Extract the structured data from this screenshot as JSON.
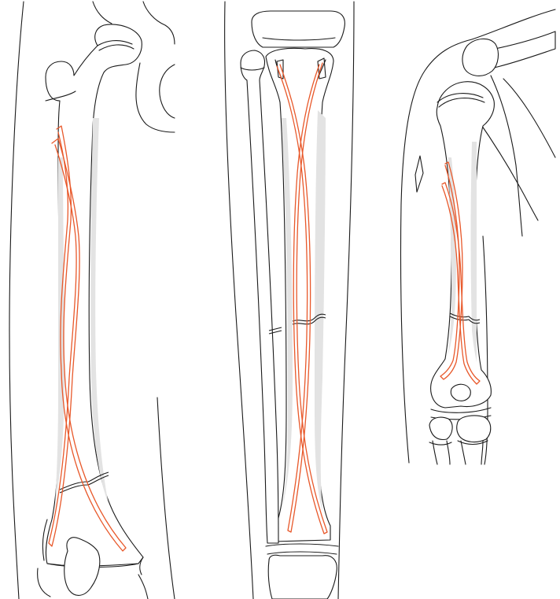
{
  "colors": {
    "line": "#1a1a1a",
    "nail": "#e8582a",
    "cortex_shade": "#e3e3e3",
    "background": "#ffffff"
  },
  "panels": [
    {
      "bone": "femur",
      "nails": 2,
      "fracture": "distal-shaft"
    },
    {
      "bone": "tibia-fibula",
      "nails": 2,
      "fracture": "mid-shaft"
    },
    {
      "bone": "humerus",
      "nails": 2,
      "fracture": "distal-shaft"
    }
  ]
}
